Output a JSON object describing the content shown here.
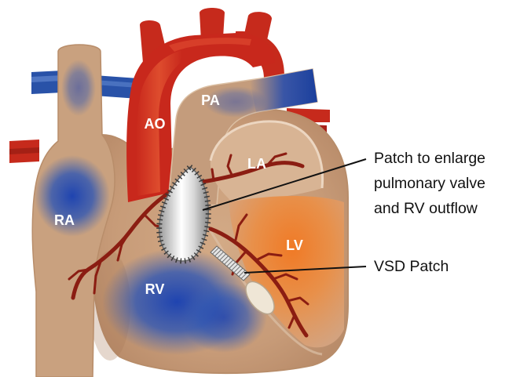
{
  "diagram": {
    "labels": {
      "aorta": "AO",
      "pulmonary_artery": "PA",
      "left_atrium": "LA",
      "right_atrium": "RA",
      "left_ventricle": "LV",
      "right_ventricle": "RV"
    },
    "callouts": {
      "pulmonary_patch": [
        "Patch to enlarge",
        "pulmonary valve",
        "and RV outflow"
      ],
      "vsd_patch": [
        "VSD Patch"
      ]
    }
  },
  "colors": {
    "aorta": "#c8281c",
    "coronary_artery": "#8b1d12",
    "deoxygenated_blue": "#2149ae",
    "heart_tissue": "#c99f7c",
    "label_text": "#ffffff",
    "callout_text": "#111111"
  }
}
